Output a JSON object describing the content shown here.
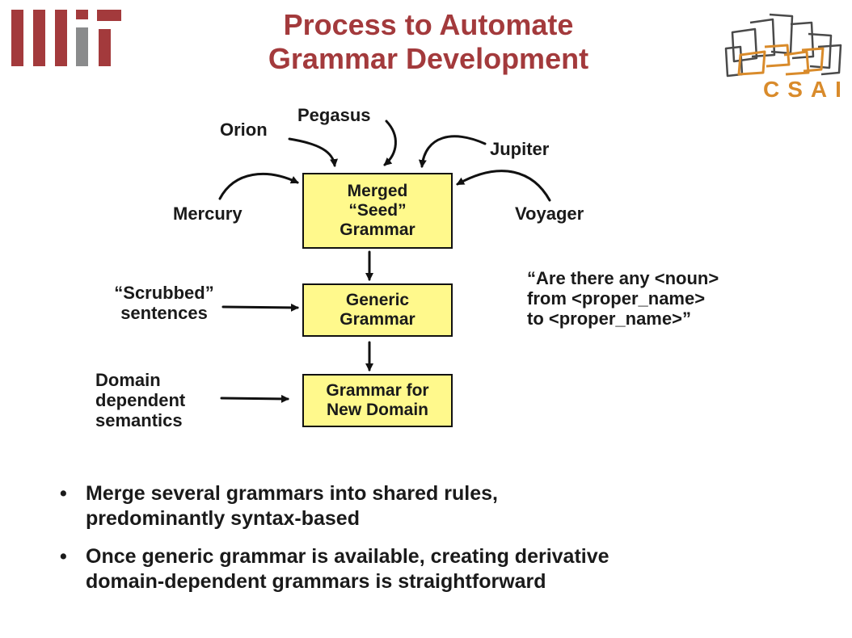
{
  "title": {
    "line1": "Process to Automate",
    "line2": "Grammar Development"
  },
  "logos": {
    "mit": "MIT",
    "csail": "CSAIL"
  },
  "colors": {
    "title": "#a33a3c",
    "mit_red": "#a33a3c",
    "mit_gray": "#8a8b8c",
    "box_fill": "#fff98c",
    "csail_orange": "#d98b2b"
  },
  "diagram": {
    "sources": {
      "orion": "Orion",
      "pegasus": "Pegasus",
      "jupiter": "Jupiter",
      "mercury": "Mercury",
      "voyager": "Voyager"
    },
    "merged_box": [
      "Merged",
      "“Seed”",
      "Grammar"
    ],
    "generic_box": [
      "Generic",
      "Grammar"
    ],
    "domain_box": [
      "Grammar for",
      "New Domain"
    ],
    "scrubbed": [
      "“Scrubbed”",
      "sentences"
    ],
    "semantics": [
      "Domain",
      "dependent",
      "semantics"
    ],
    "example": [
      "“Are there any <noun>",
      "from <proper_name>",
      "to <proper_name>”"
    ]
  },
  "bullets": [
    {
      "marker": "•",
      "line1": "Merge several grammars into shared rules,",
      "line2": "predominantly syntax-based"
    },
    {
      "marker": "•",
      "line1": "Once generic grammar is available, creating derivative",
      "line2": "domain-dependent grammars is straightforward"
    }
  ]
}
